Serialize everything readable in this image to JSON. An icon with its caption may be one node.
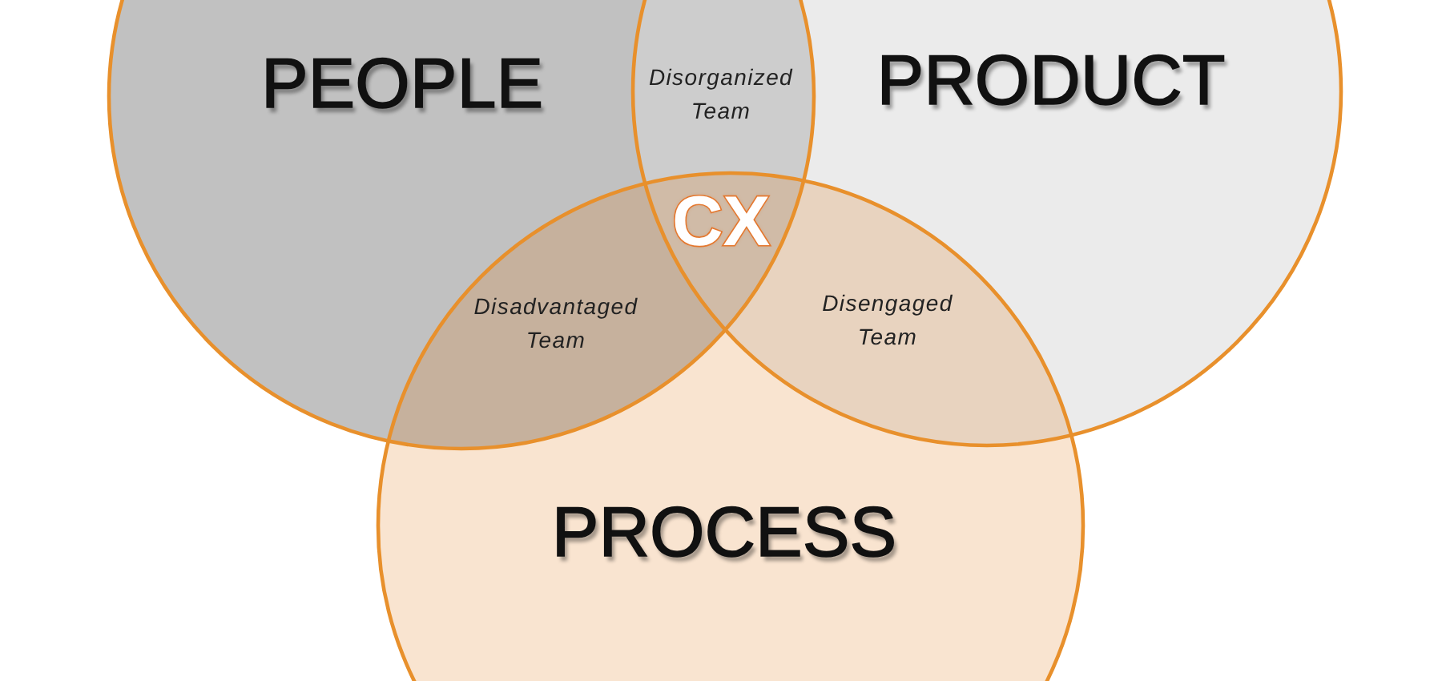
{
  "diagram": {
    "nodes": [
      {
        "text": [
          "PEOPLE"
        ]
      },
      {
        "text": [
          "PRODUCT"
        ]
      },
      {
        "text": [
          "PROCESS"
        ]
      }
    ],
    "labels": [
      "Disorganized Team",
      "CX",
      "Disadvantaged Team",
      "Disengaged Team"
    ]
  }
}
